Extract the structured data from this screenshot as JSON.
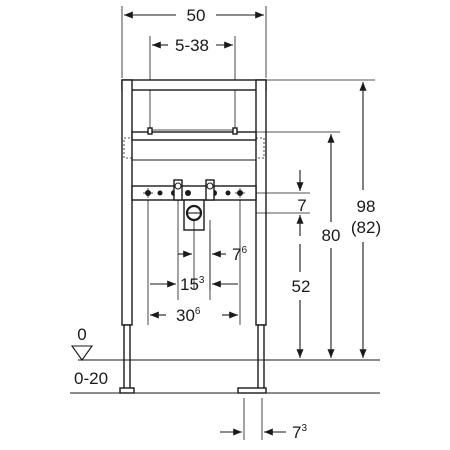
{
  "dimensions": {
    "total_width": "50",
    "adjust_range": "5-38",
    "height_total": "98",
    "height_total_alt": "(82)",
    "height_80": "80",
    "height_52": "52",
    "gap_7": "7",
    "outlet_7": {
      "base": "7",
      "sup": "6"
    },
    "spacing_15": {
      "base": "15",
      "sup": "3"
    },
    "spacing_30": {
      "base": "30",
      "sup": "6"
    },
    "foot_7": {
      "base": "7",
      "sup": "3"
    }
  },
  "floor_level": {
    "zero": "0",
    "range": "0-20"
  }
}
